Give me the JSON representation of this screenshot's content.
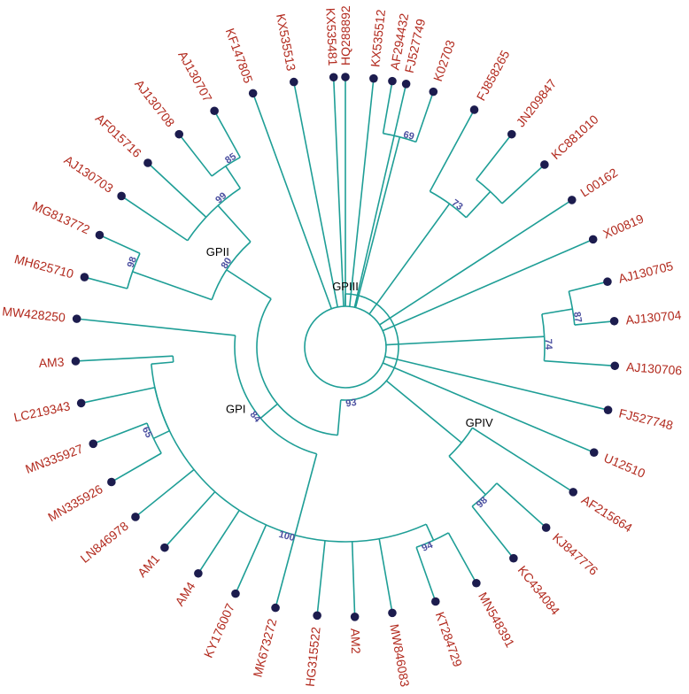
{
  "colors": {
    "branch": "#1e9e96",
    "tip": "#1c1c4e",
    "leaf_label": "#b22a1e",
    "bootstrap": "#4b4fa0",
    "clade_label": "#000000"
  },
  "leaves": [
    {
      "id": "HQ288892",
      "angle": -90
    },
    {
      "id": "AF294432",
      "angle": -80
    },
    {
      "id": "K02703",
      "angle": -71
    },
    {
      "id": "FJ858265",
      "angle": -61.5
    },
    {
      "id": "JN209847",
      "angle": -52
    },
    {
      "id": "KC881010",
      "angle": -42.5
    },
    {
      "id": "L00162",
      "angle": -33
    },
    {
      "id": "X00819",
      "angle": -23.5
    },
    {
      "id": "AJ130705",
      "angle": -14
    },
    {
      "id": "AJ130704",
      "angle": -5.5
    },
    {
      "id": "AJ130706",
      "angle": 4
    },
    {
      "id": "FJ527748",
      "angle": 13.5
    },
    {
      "id": "U12510",
      "angle": 23
    },
    {
      "id": "AF215664",
      "angle": 32.5
    },
    {
      "id": "KJ847776",
      "angle": 42
    },
    {
      "id": "KC434084",
      "angle": 51.5
    },
    {
      "id": "MN548391",
      "angle": 61
    },
    {
      "id": "KT284729",
      "angle": 70.5
    },
    {
      "id": "MW846083",
      "angle": 80
    },
    {
      "id": "AM2",
      "angle": 88
    },
    {
      "id": "HG315522",
      "angle": 96
    },
    {
      "id": "MK673272",
      "angle": 105
    },
    {
      "id": "KY176007",
      "angle": 114
    },
    {
      "id": "AM4",
      "angle": 123
    },
    {
      "id": "AM1",
      "angle": 132
    },
    {
      "id": "LN846978",
      "angle": 141
    },
    {
      "id": "MN335926",
      "angle": 150
    },
    {
      "id": "MN335927",
      "angle": 159
    },
    {
      "id": "LC219343",
      "angle": 168
    },
    {
      "id": "AM3",
      "angle": 177
    },
    {
      "id": "MW428250",
      "angle": 186
    },
    {
      "id": "MH625710",
      "angle": 195
    },
    {
      "id": "MG813772",
      "angle": 204.5
    },
    {
      "id": "AJ130703",
      "angle": 214
    },
    {
      "id": "AF015716",
      "angle": 223
    },
    {
      "id": "AJ130708",
      "angle": 232
    },
    {
      "id": "AJ130707",
      "angle": 241
    },
    {
      "id": "KF147805",
      "angle": 250
    },
    {
      "id": "KX535513",
      "angle": 259
    },
    {
      "id": "KX535481",
      "angle": 267.5
    },
    {
      "id": "KX535512",
      "angle": 276
    },
    {
      "id": "FJ527749",
      "angle": 283
    }
  ],
  "internal_nodes": [
    {
      "id": "n_gp3_hub",
      "angle": -90
    },
    {
      "id": "n_k69",
      "angle": -75.5
    },
    {
      "id": "n_k73a",
      "angle": -47
    },
    {
      "id": "n_k73",
      "angle": -54
    },
    {
      "id": "n_k87",
      "angle": -9.5
    },
    {
      "id": "n_k74",
      "angle": -3
    },
    {
      "id": "n_gp4_98",
      "angle": 46.5
    },
    {
      "id": "n_gp4",
      "angle": 39.5
    },
    {
      "id": "n_k94",
      "angle": 65.5
    },
    {
      "id": "n_gp1_100",
      "angle": 105
    },
    {
      "id": "n_k65",
      "angle": 154.5
    },
    {
      "id": "n_gp1_sub",
      "angle": 168
    },
    {
      "id": "n_gp1_sub2",
      "angle": 175
    },
    {
      "id": "n_gp1",
      "angle": 140
    },
    {
      "id": "n_k98",
      "angle": 199.5
    },
    {
      "id": "n_k85",
      "angle": 236.5
    },
    {
      "id": "n_k99",
      "angle": 228
    },
    {
      "id": "n_gp2",
      "angle": 213
    },
    {
      "id": "n_root2",
      "angle": 95
    },
    {
      "id": "n_root",
      "angle": 82
    }
  ],
  "bootstrap": [
    {
      "node": "n_k69",
      "value": "69"
    },
    {
      "node": "n_k73",
      "value": "73"
    },
    {
      "node": "n_k87",
      "value": "87"
    },
    {
      "node": "n_k74",
      "value": "74"
    },
    {
      "node": "n_gp4_98",
      "value": "98"
    },
    {
      "node": "n_k94",
      "value": "94"
    },
    {
      "node": "n_gp1_100",
      "value": "100"
    },
    {
      "node": "n_k65",
      "value": "65"
    },
    {
      "node": "n_gp1",
      "value": "84"
    },
    {
      "node": "n_root",
      "value": "93"
    },
    {
      "node": "n_k98",
      "value": "98"
    },
    {
      "node": "n_k85",
      "value": "85"
    },
    {
      "node": "n_k99",
      "value": "99"
    },
    {
      "node": "n_gp2",
      "value": "80"
    }
  ],
  "clades": [
    {
      "name": "GPIII",
      "node": "n_gp3_hub"
    },
    {
      "name": "GPI",
      "node": "n_gp1"
    },
    {
      "name": "GPII",
      "node": "n_gp2"
    },
    {
      "name": "GPIV",
      "node": "n_gp4"
    }
  ]
}
